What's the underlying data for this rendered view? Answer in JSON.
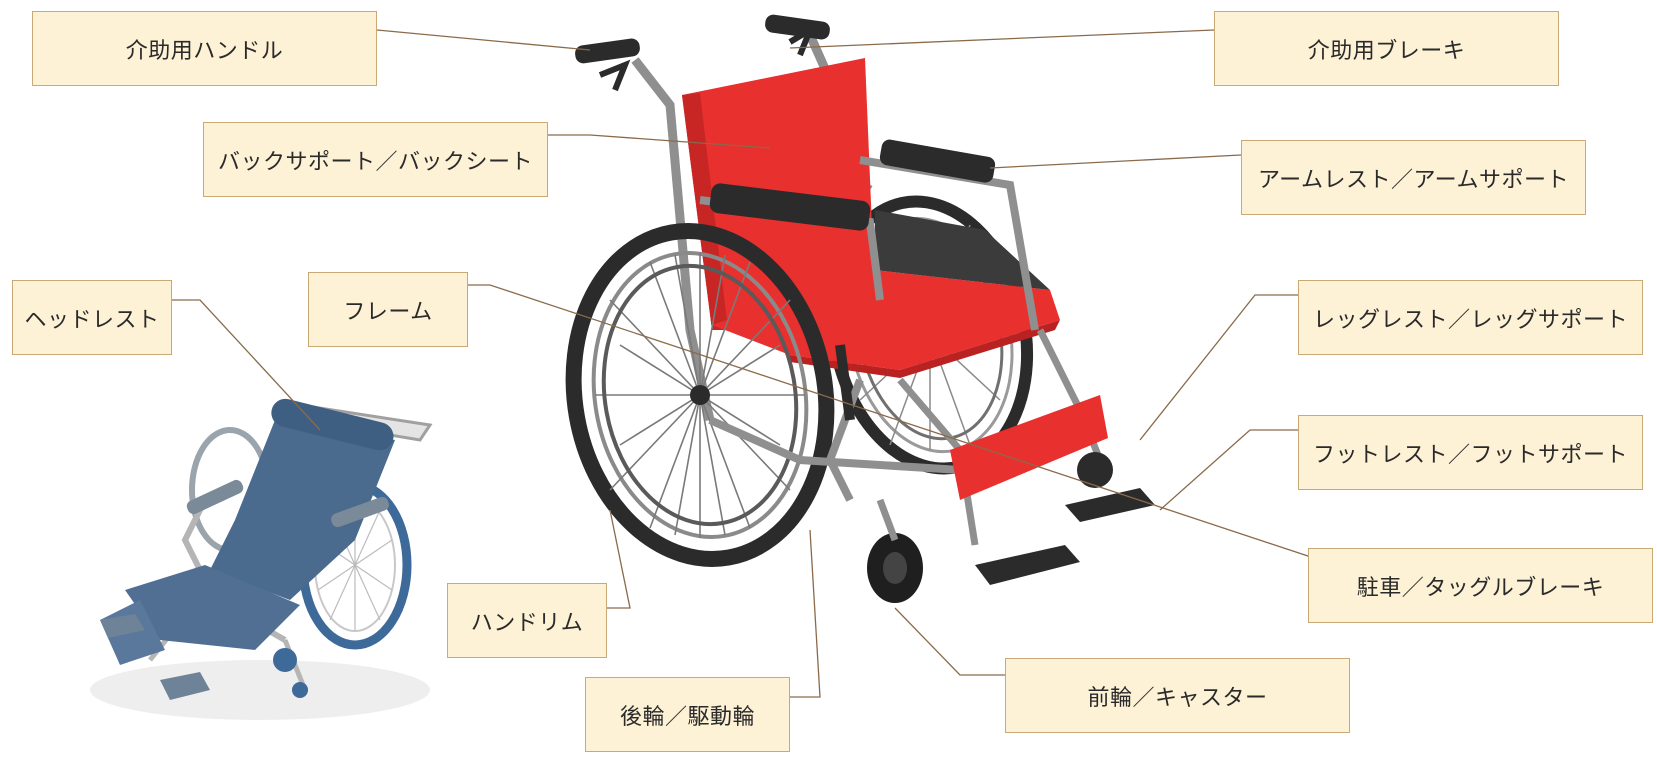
{
  "labels": {
    "care_handle": "介助用ハンドル",
    "care_brake": "介助用ブレーキ",
    "back_support": "バックサポート／バックシート",
    "arm_support": "アームレスト／アームサポート",
    "headrest": "ヘッドレスト",
    "frame": "フレーム",
    "leg_support": "レッグレスト／レッグサポート",
    "foot_support": "フットレスト／フットサポート",
    "parking_brake": "駐車／タッグルブレーキ",
    "handrim": "ハンドリム",
    "front_wheel": "前輪／キャスター",
    "rear_wheel": "後輪／駆動輪"
  },
  "colors": {
    "seat_red": "#e8302e",
    "frame_gray": "#8f8f8f",
    "tire_black": "#2b2b2b",
    "label_fill": "#fdf1d6",
    "label_border": "#c9a974",
    "leader_line": "#8a6a4a",
    "recliner_blue": "#4a6a8e"
  }
}
